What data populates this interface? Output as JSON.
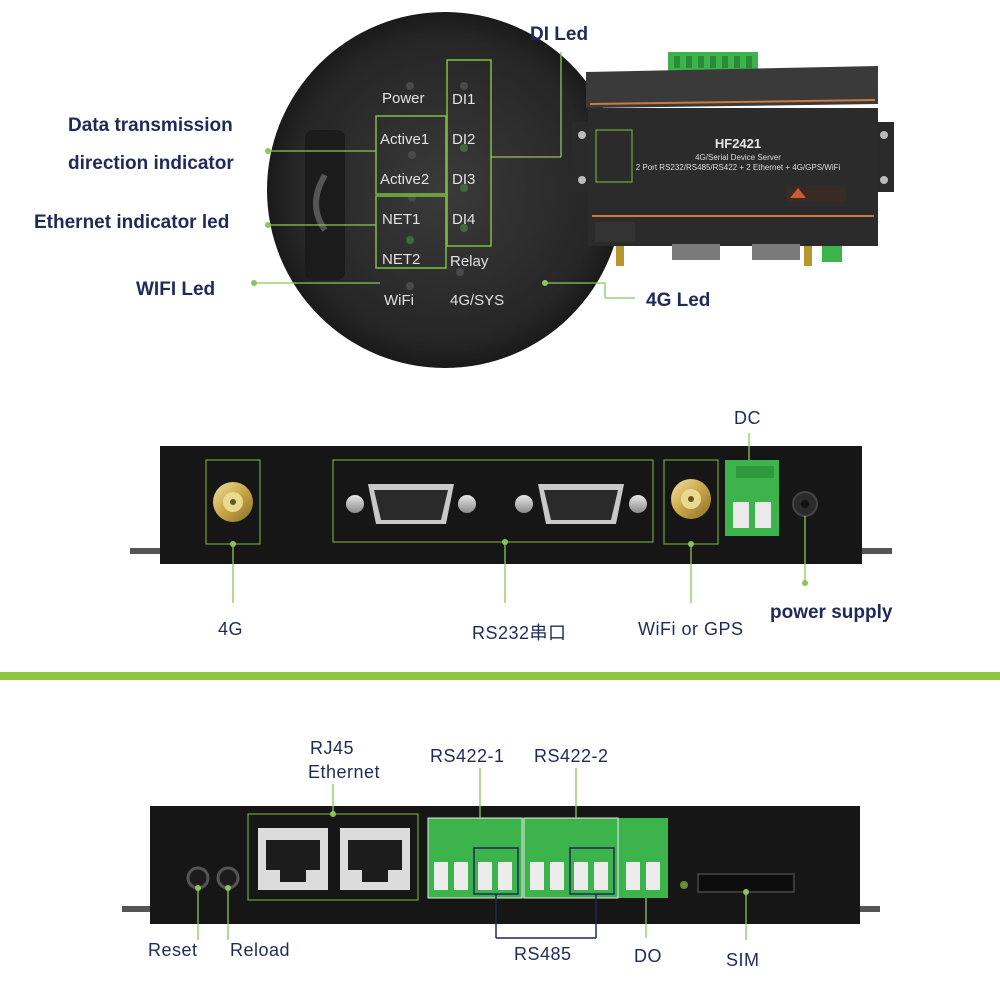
{
  "top_panel": {
    "callouts": {
      "di_led": "DI Led",
      "data_direction_line1": "Data transmission",
      "data_direction_line2": "direction indicator",
      "ethernet_led": "Ethernet indicator led",
      "wifi_led": "WIFI Led",
      "led_4g": "4G Led"
    },
    "led_labels": {
      "power": "Power",
      "active1": "Active1",
      "active2": "Active2",
      "net1": "NET1",
      "net2": "NET2",
      "wifi": "WiFi",
      "di1": "DI1",
      "di2": "DI2",
      "di3": "DI3",
      "di4": "DI4",
      "relay": "Relay",
      "sys": "4G/SYS"
    },
    "device": {
      "model": "HF2421",
      "subtitle": "4G/Serial Device Server",
      "spec_line": "2 Port RS232/RS485/RS422 + 2 Ethernet + 4G/GPS/WiFi"
    },
    "device_colors": {
      "body": "#2b2b2b",
      "accent": "#d07a3a",
      "terminal": "#3cb44b"
    }
  },
  "middle_panel": {
    "labels": {
      "port_4g": "4G",
      "rs232": "RS232串口",
      "wifi_gps": "WiFi or GPS",
      "dc": "DC",
      "power_supply": "power supply"
    }
  },
  "bottom_panel": {
    "labels": {
      "rj45_line1": "RJ45",
      "rj45_line2": "Ethernet",
      "rs422_1": "RS422-1",
      "rs422_2": "RS422-2",
      "reset": "Reset",
      "reload": "Reload",
      "rs485": "RS485",
      "do": "DO",
      "sim": "SIM"
    }
  },
  "colors": {
    "divider": "#8cc63f",
    "line": "#8dc55a",
    "text": "#1f2a5a"
  }
}
